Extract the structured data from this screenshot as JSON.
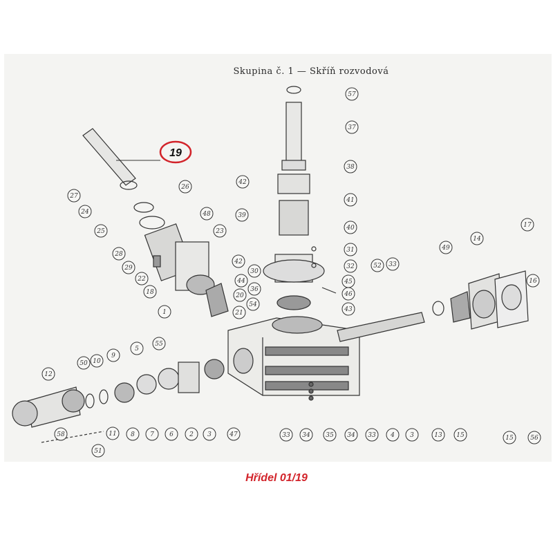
{
  "sheet": {
    "title": "Skupina č. 1 — Skříň rozvodová"
  },
  "highlight": {
    "label": "19",
    "color": "#d2232a"
  },
  "caption": {
    "text": "Hřídel 01/19",
    "color": "#d2232a"
  },
  "callouts": [
    "57",
    "37",
    "38",
    "42",
    "41",
    "39",
    "40",
    "31",
    "32",
    "45",
    "46",
    "43",
    "30",
    "36",
    "44",
    "20",
    "21",
    "54",
    "52",
    "33",
    "49",
    "14",
    "17",
    "16",
    "26",
    "27",
    "24",
    "48",
    "25",
    "23",
    "28",
    "29",
    "22",
    "18",
    "1",
    "33",
    "34",
    "35",
    "34",
    "33",
    "4",
    "3",
    "13",
    "15",
    "15",
    "56",
    "12",
    "50",
    "10",
    "9",
    "5",
    "55",
    "58",
    "51",
    "11",
    "8",
    "7",
    "6",
    "2",
    "3",
    "47",
    "42"
  ]
}
